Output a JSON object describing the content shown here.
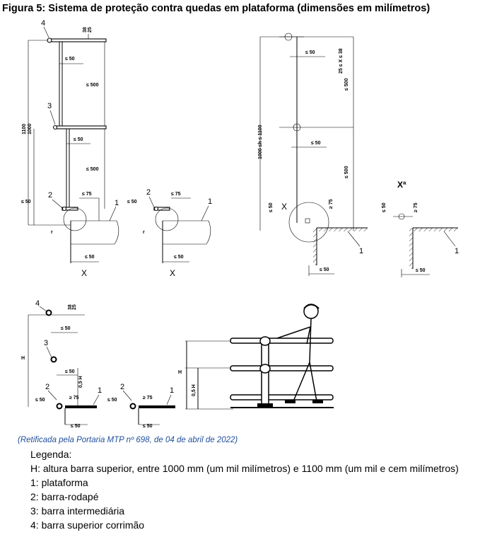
{
  "title": "Figura 5: Sistema de proteção contra quedas em plataforma (dimensões em milímetros)",
  "diagram": {
    "labels": {
      "n1": "1",
      "n2": "2",
      "n3": "3",
      "n4": "4",
      "x": "X",
      "xa": "Xª",
      "h": "H",
      "half_h": "0,5 H",
      "le50": "≤ 50",
      "le500": "≤ 500",
      "le75": "≤ 75",
      "ge75": "≥ 75",
      "r": "r",
      "h1100": "1100",
      "h1000": "1000",
      "d38": "38",
      "d25": "25",
      "range_h": "1000 ≤h ≤ 1100",
      "range_x": "25 ≤ X ≤ 38"
    }
  },
  "note": "(Retificada pela Portaria MTP nº 698, de 04 de abril de 2022)",
  "legend": {
    "title": "Legenda:",
    "h": "H: altura barra superior, entre 1000 mm (um mil milímetros) e 1100 mm (um mil e cem milímetros)",
    "item1": "1: plataforma",
    "item2": "2: barra-rodapé",
    "item3": "3: barra intermediária",
    "item4": "4: barra superior corrimão"
  },
  "colors": {
    "note": "#1f4e9c",
    "text": "#000000"
  }
}
